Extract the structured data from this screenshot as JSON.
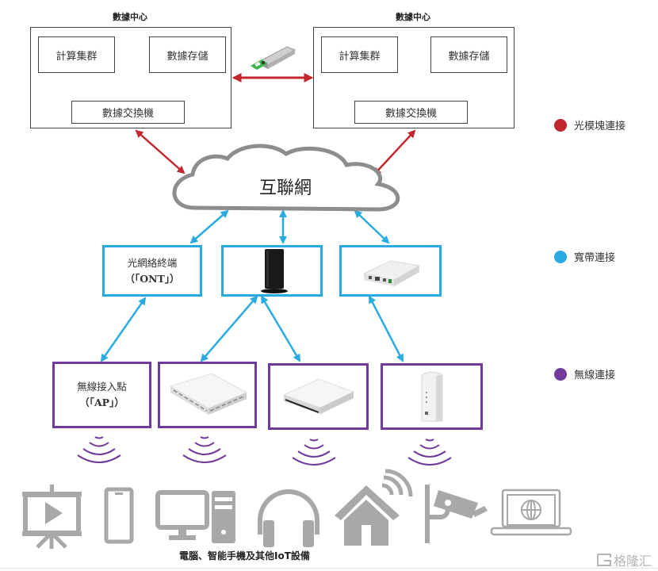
{
  "data_centers": [
    {
      "title": "數據中心",
      "compute_cluster": "計算集群",
      "data_storage": "數據存儲",
      "data_switch": "數據交換機"
    },
    {
      "title": "數據中心",
      "compute_cluster": "計算集群",
      "data_storage": "數據存儲",
      "data_switch": "數據交換機"
    }
  ],
  "internet": {
    "label": "互聯網"
  },
  "broadband_layer": {
    "ont_label_line1": "光網絡終端",
    "ont_label_line2": "（「ONT」）",
    "devices": [
      "ont-text",
      "tower-router-image",
      "flat-ont-image"
    ]
  },
  "wireless_layer": {
    "ap_label_line1": "無線接入點",
    "ap_label_line2": "（「AP」）",
    "devices": [
      "ap-text",
      "ceiling-ap-image",
      "ceiling-ap-image-2",
      "tower-ap-image"
    ]
  },
  "legend": [
    {
      "label": "光模塊連接",
      "color": "#c1272d"
    },
    {
      "label": "寬帶連接",
      "color": "#29abe2"
    },
    {
      "label": "無線連接",
      "color": "#6f3a9a"
    }
  ],
  "end_devices": {
    "icons": [
      "projector-screen-icon",
      "smartphone-icon",
      "desktop-computer-icon",
      "headphones-icon",
      "smart-home-icon",
      "security-camera-icon",
      "laptop-globe-icon"
    ],
    "caption": "電腦、智能手機及其他IoT設備"
  },
  "colors": {
    "optical": "#c1272d",
    "broadband": "#29abe2",
    "wireless": "#6f3a9a",
    "icon_gray": "#a7a8aa"
  },
  "watermark": "格隆汇"
}
